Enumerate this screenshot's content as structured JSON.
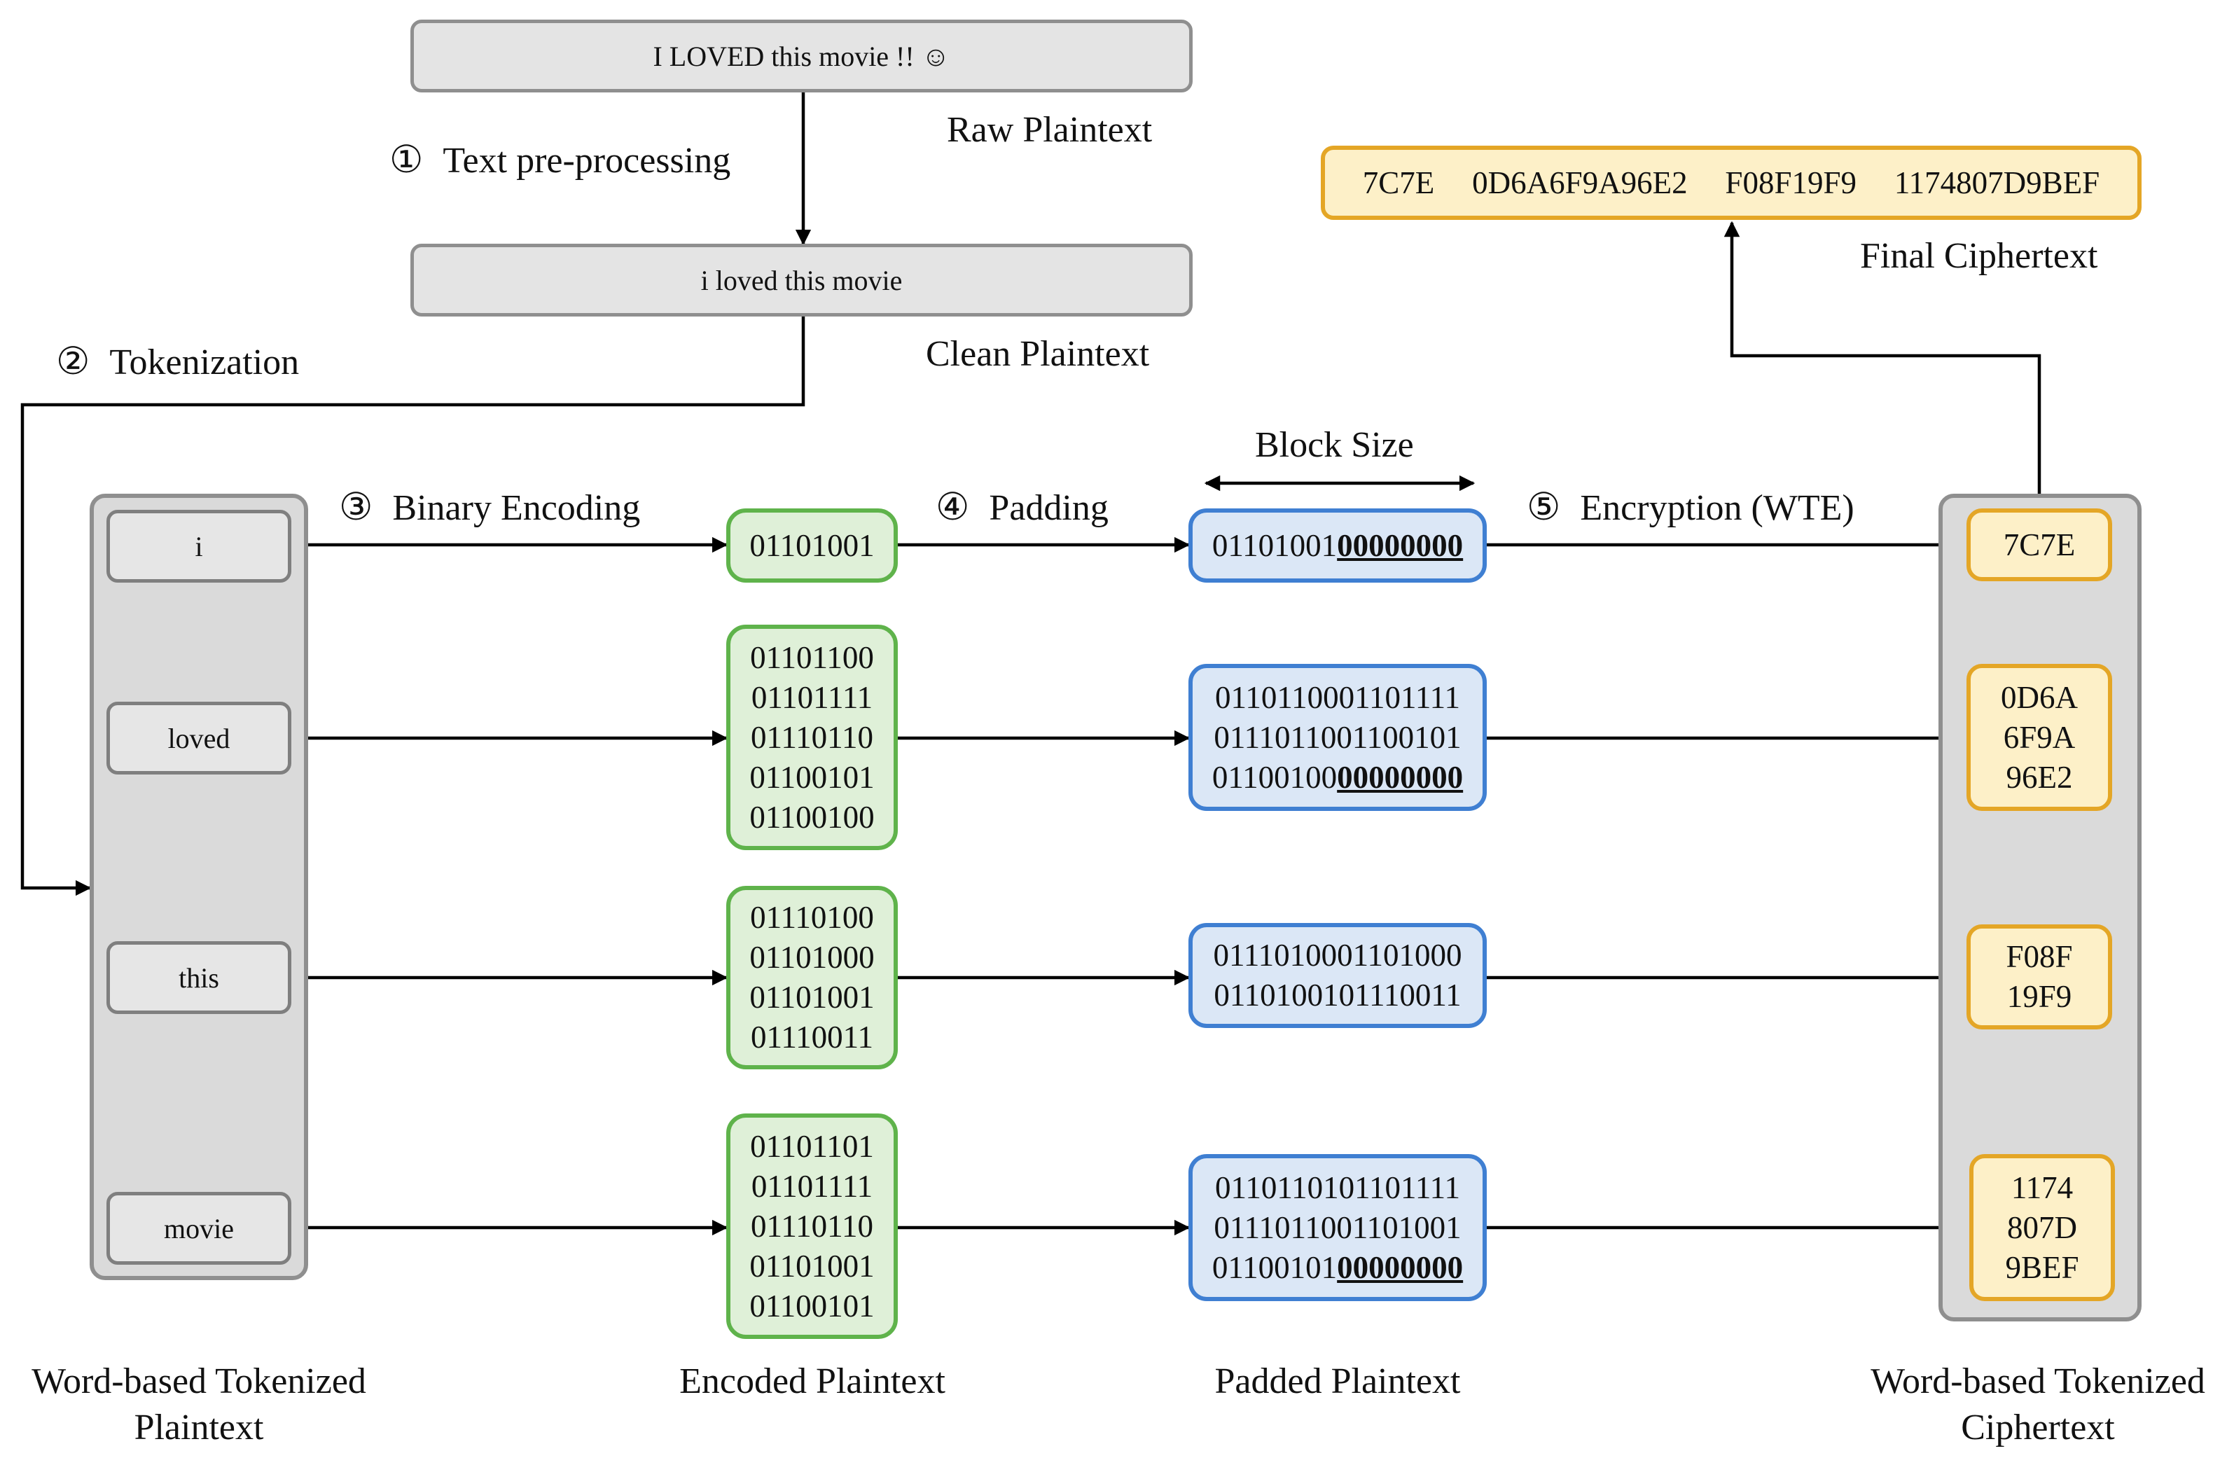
{
  "raw_plaintext": {
    "text": "I LOVED this movie !! ☺",
    "caption": "Raw Plaintext"
  },
  "clean_plaintext": {
    "text": "i loved this movie",
    "caption": "Clean Plaintext"
  },
  "steps": {
    "s1": {
      "num": "①",
      "label": "Text pre-processing"
    },
    "s2": {
      "num": "②",
      "label": "Tokenization"
    },
    "s3": {
      "num": "③",
      "label": "Binary Encoding"
    },
    "s4": {
      "num": "④",
      "label": "Padding"
    },
    "s5": {
      "num": "⑤",
      "label": "Encryption (WTE)"
    }
  },
  "block_size_label": "Block Size",
  "tokens": [
    "i",
    "loved",
    "this",
    "movie"
  ],
  "encoded": [
    [
      "01101001"
    ],
    [
      "01101100",
      "01101111",
      "01110110",
      "01100101",
      "01100100"
    ],
    [
      "01110100",
      "01101000",
      "01101001",
      "01110011"
    ],
    [
      "01101101",
      "01101111",
      "01110110",
      "01101001",
      "01100101"
    ]
  ],
  "padded": [
    [
      {
        "data": "01101001",
        "pad": "00000000"
      }
    ],
    [
      {
        "data": "0110110001101111",
        "pad": ""
      },
      {
        "data": "0111011001100101",
        "pad": ""
      },
      {
        "data": "01100100",
        "pad": "00000000"
      }
    ],
    [
      {
        "data": "0111010001101000",
        "pad": ""
      },
      {
        "data": "0110100101110011",
        "pad": ""
      }
    ],
    [
      {
        "data": "0110110101101111",
        "pad": ""
      },
      {
        "data": "0111011001101001",
        "pad": ""
      },
      {
        "data": "01100101",
        "pad": "00000000"
      }
    ]
  ],
  "cipher_tokens": [
    [
      "7C7E"
    ],
    [
      "0D6A",
      "6F9A",
      "96E2"
    ],
    [
      "F08F",
      "19F9"
    ],
    [
      "1174",
      "807D",
      "9BEF"
    ]
  ],
  "final_ciphertext": {
    "parts": [
      "7C7E",
      "0D6A6F9A96E2",
      "F08F19F9",
      "1174807D9BEF"
    ],
    "caption": "Final Ciphertext"
  },
  "captions": {
    "tokenized_plaintext": [
      "Word-based Tokenized",
      "Plaintext"
    ],
    "encoded_plaintext": "Encoded Plaintext",
    "padded_plaintext": "Padded Plaintext",
    "tokenized_ciphertext": [
      "Word-based Tokenized",
      "Ciphertext"
    ]
  },
  "colors": {
    "encoded_fill": "#dff0d8",
    "encoded_border": "#5fb34b",
    "padded_fill": "#dbe7f6",
    "padded_border": "#3f7fd2",
    "cipher_fill": "#fdf0c8",
    "cipher_border": "#e4a626",
    "panel_fill": "#dadada",
    "panel_border": "#8f8f8f"
  }
}
